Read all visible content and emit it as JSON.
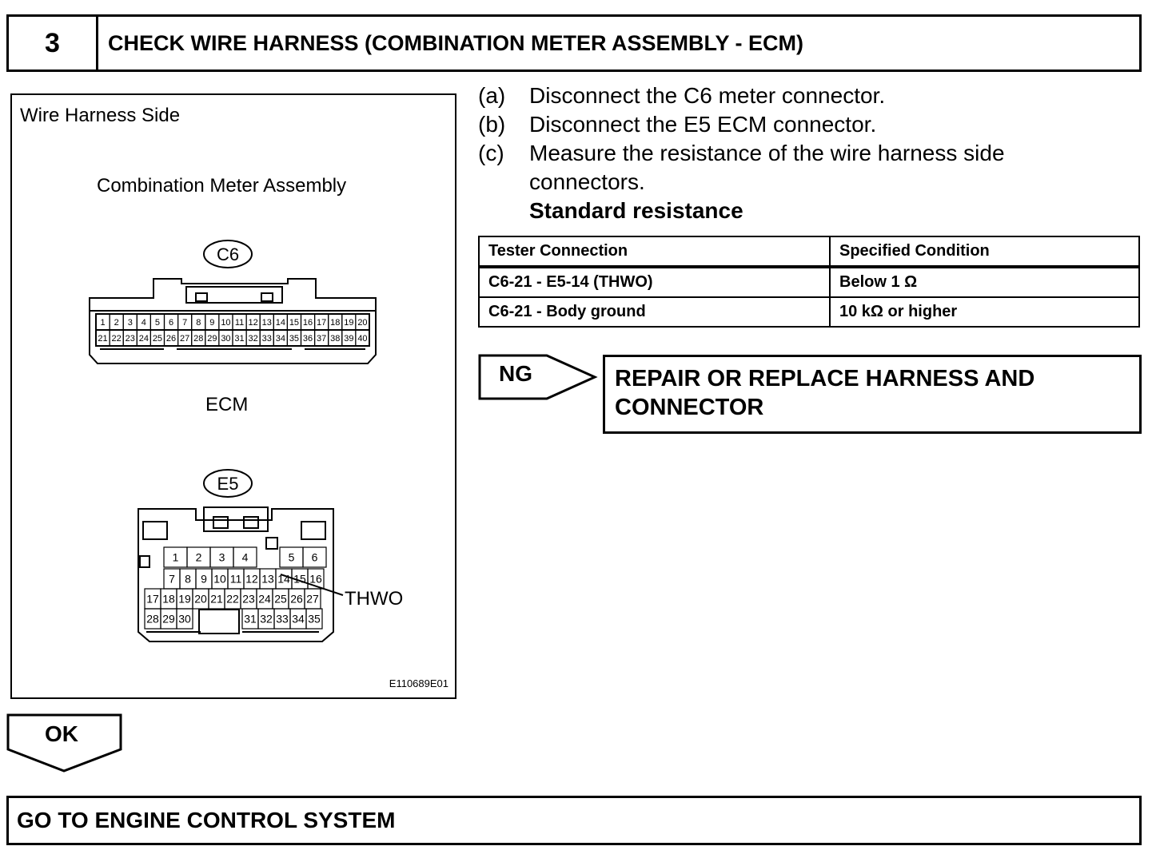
{
  "header": {
    "step_number": "3",
    "title": "CHECK WIRE HARNESS (COMBINATION METER ASSEMBLY - ECM)"
  },
  "figure": {
    "side_label": "Wire Harness Side",
    "meter_label": "Combination Meter Assembly",
    "meter_connector": "C6",
    "meter_pins_top": [
      "1",
      "2",
      "3",
      "4",
      "5",
      "6",
      "7",
      "8",
      "9",
      "10",
      "11",
      "12",
      "13",
      "14",
      "15",
      "16",
      "17",
      "18",
      "19",
      "20"
    ],
    "meter_pins_bottom": [
      "21",
      "22",
      "23",
      "24",
      "25",
      "26",
      "27",
      "28",
      "29",
      "30",
      "31",
      "32",
      "33",
      "34",
      "35",
      "36",
      "37",
      "38",
      "39",
      "40"
    ],
    "ecm_label": "ECM",
    "ecm_connector": "E5",
    "ecm_pins": {
      "row1": [
        "1",
        "2",
        "3",
        "4",
        "",
        "5",
        "6"
      ],
      "row2": [
        "7",
        "8",
        "9",
        "10",
        "11",
        "12",
        "13",
        "14",
        "15",
        "16"
      ],
      "row3": [
        "17",
        "18",
        "19",
        "20",
        "21",
        "22",
        "23",
        "24",
        "25",
        "26",
        "27"
      ],
      "row4_left": [
        "28",
        "29",
        "30"
      ],
      "row4_right": [
        "31",
        "32",
        "33",
        "34",
        "35"
      ]
    },
    "callout": "THWO",
    "figure_id": "E110689E01"
  },
  "steps": [
    {
      "letter": "(a)",
      "text": "Disconnect the C6 meter connector."
    },
    {
      "letter": "(b)",
      "text": "Disconnect the E5 ECM connector."
    },
    {
      "letter": "(c)",
      "text": "Measure the resistance of the wire harness side connectors."
    }
  ],
  "standard_label": "Standard resistance",
  "spec_table": {
    "headers": [
      "Tester Connection",
      "Specified Condition"
    ],
    "rows": [
      [
        "C6-21 - E5-14 (THWO)",
        "Below 1 Ω"
      ],
      [
        "C6-21 - Body ground",
        "10 kΩ or higher"
      ]
    ]
  },
  "ng": {
    "label": "NG",
    "action": "REPAIR OR REPLACE HARNESS AND CONNECTOR"
  },
  "ok": {
    "label": "OK",
    "action": "GO TO ENGINE CONTROL SYSTEM"
  }
}
